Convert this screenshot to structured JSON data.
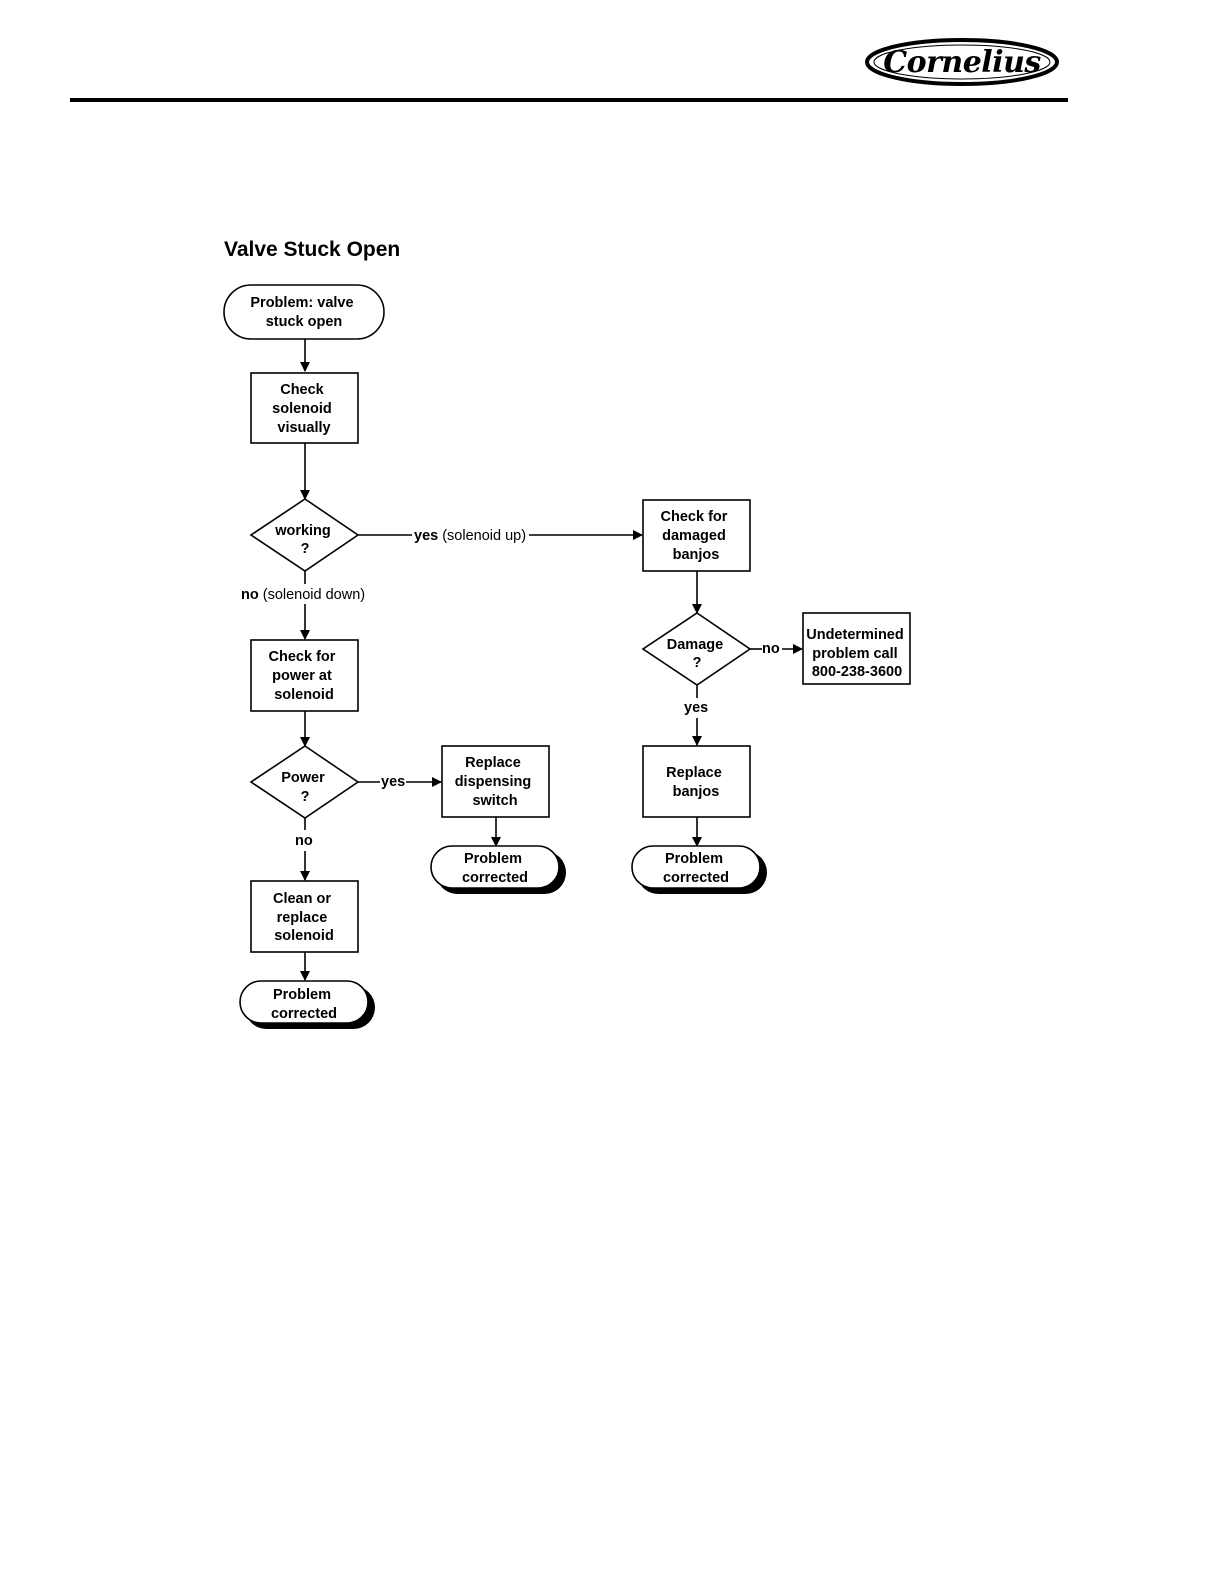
{
  "header": {
    "logo_text": "Cornelius",
    "brand_color": "#000000"
  },
  "diagram": {
    "title": "Valve Stuck Open",
    "nodes": {
      "start": [
        "Problem: valve",
        "stuck open"
      ],
      "check_visual": [
        "Check",
        "solenoid",
        "visually"
      ],
      "working": [
        "working",
        "?"
      ],
      "check_banjos": [
        "Check for",
        "damaged",
        "banjos"
      ],
      "check_power": [
        "Check for",
        "power at",
        "solenoid"
      ],
      "damage": [
        "Damage",
        "?"
      ],
      "undetermined": [
        "Undetermined",
        "problem call",
        "800-238-3600"
      ],
      "power": [
        "Power",
        "?"
      ],
      "replace_switch": [
        "Replace",
        "dispensing",
        "switch"
      ],
      "replace_banjos": [
        "Replace",
        "banjos"
      ],
      "corrected_switch": [
        "Problem",
        "corrected"
      ],
      "corrected_banjos": [
        "Problem",
        "corrected"
      ],
      "clean_solenoid": [
        "Clean or",
        "replace",
        "solenoid"
      ],
      "corrected_solenoid": [
        "Problem",
        "corrected"
      ]
    },
    "edge_labels": {
      "working_yes_bold": "yes",
      "working_yes_rest": " (solenoid up)",
      "working_no_bold": "no",
      "working_no_rest": " (solenoid down)",
      "damage_no": "no",
      "damage_yes": "yes",
      "power_yes": "yes",
      "power_no": "no"
    }
  }
}
